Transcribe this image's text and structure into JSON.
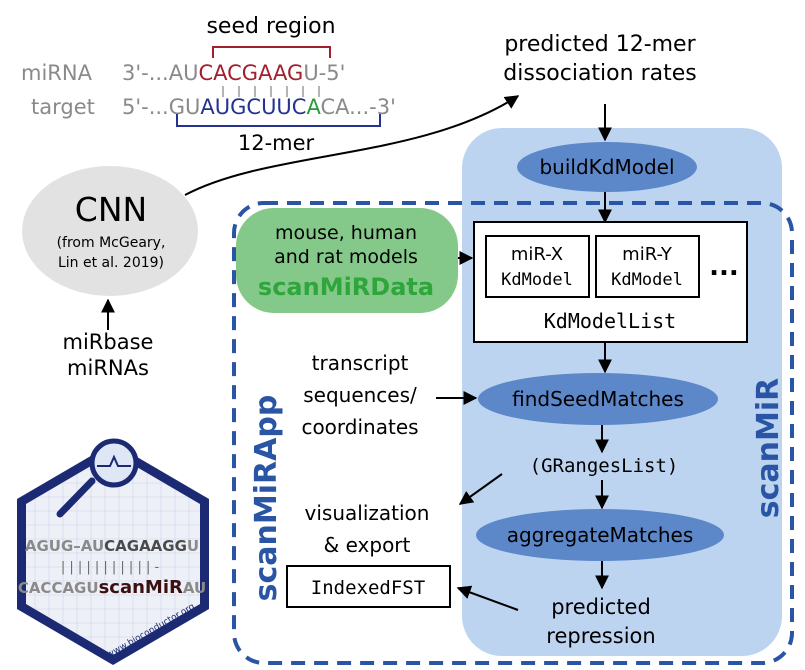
{
  "seed": {
    "seed_region_label": "seed region",
    "mirna_label": "miRNA",
    "mirna_prefix": "3'-...AU",
    "mirna_seed": "CACGAAG",
    "mirna_suffix": "U-5'",
    "target_label": "target",
    "target_prefix": "5'-...GU",
    "target_match": "AUGCUUC",
    "target_a": "A",
    "target_suffix": "CA...-3'",
    "twelve_mer_label": "12-mer"
  },
  "cnn": {
    "title": "CNN",
    "line1": "(from McGeary,",
    "line2": "Lin et al. 2019)"
  },
  "mirbase": {
    "line1": "miRbase",
    "line2": "miRNAs"
  },
  "predicted_rates": {
    "line1": "predicted 12-mer",
    "line2": "dissociation rates"
  },
  "functions": {
    "build": "buildKdModel",
    "find": "findSeedMatches",
    "aggregate": "aggregateMatches"
  },
  "kdmodels": {
    "mirx_1": "miR-X",
    "mirx_2": "KdModel",
    "miry_1": "miR-Y",
    "miry_2": "KdModel",
    "ellipsis": "...",
    "list_label": "KdModelList"
  },
  "scanmirdata": {
    "line1": "mouse, human",
    "line2": "and rat models",
    "name": "scanMiRData"
  },
  "transcript": {
    "line1": "transcript",
    "line2": "sequences/",
    "line3": "coordinates"
  },
  "granges": "(GRangesList)",
  "visualization": {
    "line1": "visualization",
    "line2": "& export"
  },
  "indexedfst": "IndexedFST",
  "predicted_repression": {
    "line1": "predicted",
    "line2": "repression"
  },
  "side_labels": {
    "scanmirapp": "scanMiRApp",
    "scanmir": "scanMiR"
  },
  "logo": {
    "row1_grey": "AGUG–AU",
    "row1_dark": "CAGAAGG",
    "row1_u": "U",
    "row2": "| | | |     | | | | | | | -",
    "row3_grey": "CACCAGU",
    "row3_dark": "scanMiR",
    "row3_au": "AU",
    "url": "www.bioconductor.org"
  },
  "colors": {
    "seed_red": "#a31e2e",
    "target_blue": "#24338f",
    "green_a": "#2a9a3a",
    "panel_blue": "#bdd4f1",
    "pill_blue": "#5c87c9",
    "green_box": "#84c98a",
    "green_text": "#2fa63c",
    "dashed_blue": "#2a55a5",
    "logo_navy": "#1b2a73"
  }
}
